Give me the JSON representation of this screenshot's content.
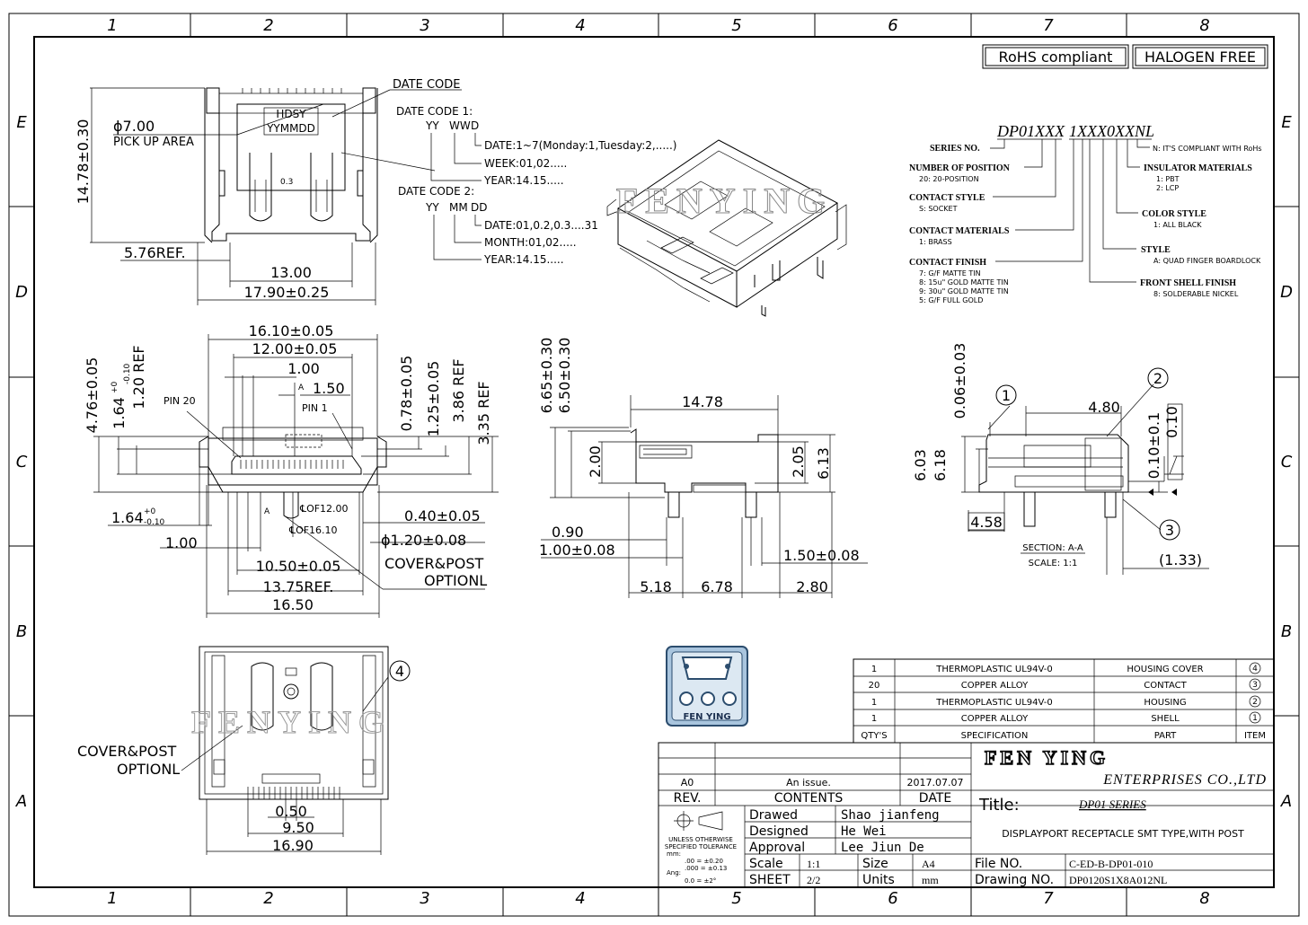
{
  "border": {
    "columns": [
      "1",
      "2",
      "3",
      "4",
      "5",
      "6",
      "7",
      "8"
    ],
    "rows": [
      "E",
      "D",
      "C",
      "B",
      "A"
    ]
  },
  "badges": {
    "rohs": "RoHS compliant",
    "halogen": "HALOGEN FREE"
  },
  "top_view": {
    "height_dim": "14.78±0.30",
    "pickup_dia": "ϕ7.00",
    "pickup_label": "PICK UP AREA",
    "ref_dim": "5.76REF.",
    "width_inner": "13.00",
    "width_outer": "17.90±0.25",
    "stamp_line1": "HDSY",
    "stamp_line2": "YYMMDD",
    "small_dim": "0.3"
  },
  "date_code": {
    "title": "DATE CODE",
    "code1_title": "DATE CODE 1:",
    "code1_fields": [
      "YY",
      "WW",
      "D"
    ],
    "code1_date": "DATE:1~7(Monday:1,Tuesday:2,.....)",
    "code1_week": "WEEK:01,02.....",
    "code1_year": "YEAR:14.15.....",
    "code2_title": "DATE CODE 2:",
    "code2_fields": [
      "YY",
      "MM",
      "DD"
    ],
    "code2_date": "DATE:01,0.2,0.3....31",
    "code2_month": "MONTH:01,02.....",
    "code2_year": "YEAR:14.15....."
  },
  "watermark": "FENYING",
  "part_number": {
    "code1": "DP01XXX",
    "code2": "1XXX0XXNL",
    "series": "SERIES NO.",
    "position": "NUMBER OF POSITION",
    "position_sub": "20: 20-POSITION",
    "contact_style": "CONTACT STYLE",
    "contact_style_sub": "S: SOCKET",
    "contact_materials": "CONTACT MATERIALS",
    "contact_materials_sub": "1: BRASS",
    "contact_finish": "CONTACT FINISH",
    "contact_finish_sub": [
      "7: G/F MATTE TIN",
      "8: 15u\" GOLD MATTE TIN",
      "9: 30u\" GOLD MATTE TIN",
      "5: G/F FULL GOLD"
    ],
    "rohs": "N: IT'S COMPLIANT WITH RoHs",
    "insulator": "INSULATOR MATERIALS",
    "insulator_sub": [
      "1: PBT",
      "2: LCP"
    ],
    "color": "COLOR STYLE",
    "color_sub": "1: ALL BLACK",
    "style": "STYLE",
    "style_sub": "A: QUAD FINGER BOARDLOCK",
    "shell": "FRONT SHELL FINISH",
    "shell_sub": "8: SOLDERABLE NICKEL"
  },
  "front_view": {
    "w1": "16.10±0.05",
    "w2": "12.00±0.05",
    "w3": "1.00",
    "w4": "1.50",
    "a_mark": "A",
    "pin20": "PIN 20",
    "pin1": "PIN 1",
    "v1": "4.76±0.05",
    "v2_main": "1.64",
    "v2_sup": "+0",
    "v2_sub": "-0.10",
    "v3": "1.20 REF",
    "r1": "0.78±0.05",
    "r2": "1.25±0.05",
    "r3": "3.86 REF",
    "r4": "3.35 REF",
    "c12": "℄OF12.00",
    "c16": "℄OF16.10",
    "left_dim_main": "1.64",
    "left_dim_sup": "+0",
    "left_dim_sub": "-0.10",
    "d040": "0.40±0.05",
    "d120": "ϕ1.20±0.08",
    "d100": "1.00",
    "d1050": "10.50±0.05",
    "d1375": "13.75REF.",
    "d1650": "16.50",
    "cover": "COVER&POST",
    "option": "OPTIONL"
  },
  "side_view": {
    "w": "14.78",
    "h1": "6.65±0.30",
    "h2": "6.50±0.30",
    "d200": "2.00",
    "d205": "2.05",
    "d613": "6.13",
    "d090": "0.90",
    "d100": "1.00±0.08",
    "d150": "1.50±0.08",
    "d518": "5.18",
    "d678": "6.78",
    "d280": "2.80"
  },
  "section_view": {
    "v1": "0.06±0.03",
    "v603": "6.03",
    "v618": "6.18",
    "w480": "4.80",
    "w458": "4.58",
    "w133": "(1.33)",
    "tol1": "0.10±0.1",
    "tol2": "0.10",
    "label": "SECTION: A-A",
    "scale": "SCALE: 1:1",
    "b1": "1",
    "b2": "2",
    "b3": "3"
  },
  "bottom_view": {
    "d050": "0.50",
    "d950": "9.50",
    "d1690": "16.90",
    "cover": "COVER&POST",
    "option": "OPTIONL",
    "b4": "4"
  },
  "logo": {
    "text": "FEN YING"
  },
  "bom": {
    "rows": [
      {
        "qty": "1",
        "spec": "THERMOPLASTIC UL94V-0",
        "part": "HOUSING COVER",
        "item": "4"
      },
      {
        "qty": "20",
        "spec": "COPPER ALLOY",
        "part": "CONTACT",
        "item": "3"
      },
      {
        "qty": "1",
        "spec": "THERMOPLASTIC UL94V-0",
        "part": "HOUSING",
        "item": "2"
      },
      {
        "qty": "1",
        "spec": "COPPER ALLOY",
        "part": "SHELL",
        "item": "1"
      }
    ],
    "header": {
      "qty": "QTY'S",
      "spec": "SPECIFICATION",
      "part": "PART",
      "item": "ITEM"
    }
  },
  "title_block": {
    "rev": "A0",
    "rev_content": "An issue.",
    "rev_date": "2017.07.07",
    "h_rev": "REV.",
    "h_contents": "CONTENTS",
    "h_date": "DATE",
    "company": "FEN YING",
    "company_sub": "ENTERPRISES CO.,LTD",
    "title_label": "Title:",
    "title": "DP01 SERIES",
    "description": "DISPLAYPORT RECEPTACLE SMT TYPE,WITH POST",
    "drawed_l": "Drawed",
    "drawed": "Shao jianfeng",
    "designed_l": "Designed",
    "designed": "He Wei",
    "approval_l": "Approval",
    "approval": "Lee Jiun De",
    "scale_l": "Scale",
    "scale": "1:1",
    "size_l": "Size",
    "size": "A4",
    "sheet_l": "SHEET",
    "sheet": "2/2",
    "units_l": "Units",
    "units": "mm",
    "file_l": "File NO.",
    "file": "C-ED-B-DP01-010",
    "drawing_l": "Drawing NO.",
    "drawing": "DP0120S1X8A012NL",
    "tol_title1": "UNLESS OTHERWISE",
    "tol_title2": "SPECIFIED TOLERANCE",
    "tol_mm": "mm:",
    "tol_a": ".00  =  ±0.20",
    "tol_b": ".000 = ±0.13",
    "tol_ang_l": "Ang:",
    "tol_ang": "0.0   =  ±2°"
  }
}
